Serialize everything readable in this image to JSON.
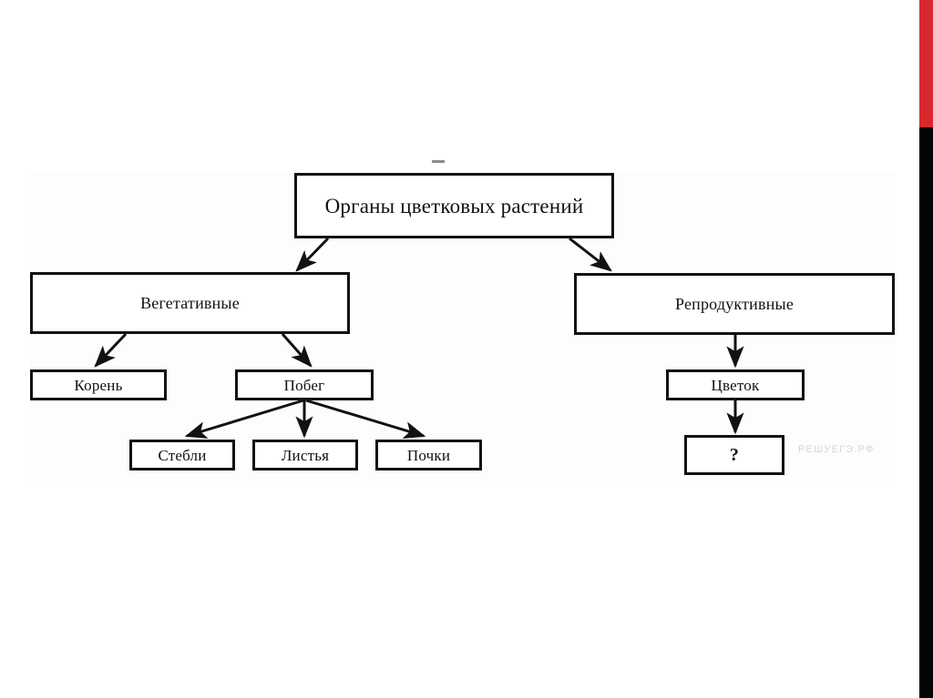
{
  "slide": {
    "background_color": "#ffffff",
    "accent_bar": {
      "top_color": "#d8292f",
      "bottom_color": "#050505"
    },
    "watermark": "РЕШУЕГЭ.РФ"
  },
  "diagram": {
    "type": "hierarchy-tree",
    "title": "Органы цветковых растений",
    "nodes": [
      {
        "id": "root",
        "label": "Органы цветковых растений",
        "level": 1
      },
      {
        "id": "vegetative",
        "label": "Вегетативные",
        "level": 2
      },
      {
        "id": "reproductive",
        "label": "Репродуктивные",
        "level": 2
      },
      {
        "id": "root_organ",
        "label": "Корень",
        "level": 3
      },
      {
        "id": "shoot",
        "label": "Побег",
        "level": 3
      },
      {
        "id": "flower",
        "label": "Цветок",
        "level": 3
      },
      {
        "id": "stems",
        "label": "Стебли",
        "level": 4
      },
      {
        "id": "leaves",
        "label": "Листья",
        "level": 4
      },
      {
        "id": "buds",
        "label": "Почки",
        "level": 4
      },
      {
        "id": "unknown",
        "label": "?",
        "level": 4
      }
    ],
    "edges": [
      {
        "from": "root",
        "to": "vegetative"
      },
      {
        "from": "root",
        "to": "reproductive"
      },
      {
        "from": "vegetative",
        "to": "root_organ"
      },
      {
        "from": "vegetative",
        "to": "shoot"
      },
      {
        "from": "reproductive",
        "to": "flower"
      },
      {
        "from": "shoot",
        "to": "stems"
      },
      {
        "from": "shoot",
        "to": "leaves"
      },
      {
        "from": "shoot",
        "to": "buds"
      },
      {
        "from": "flower",
        "to": "unknown"
      }
    ],
    "line_color": "#121212",
    "box_fill": "#ffffff"
  }
}
